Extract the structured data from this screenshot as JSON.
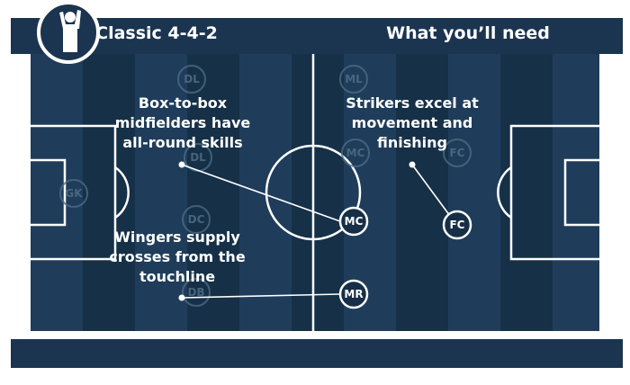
{
  "header": {
    "left_title": "Classic 4-4-2",
    "right_title": "What you’ll need"
  },
  "logo": {
    "icon": "footballer-silhouette-icon"
  },
  "faint_positions": [
    "DL",
    "DL",
    "DC",
    "DB",
    "GK",
    "ML",
    "MC",
    "FC"
  ],
  "players": {
    "mc": "MC",
    "fc": "FC",
    "mr": "MR"
  },
  "annotations": {
    "box_to_box": [
      "Box-to-box",
      "midfielders have",
      "all-round skills"
    ],
    "strikers": [
      "Strikers excel at",
      "movement and",
      "finishing"
    ],
    "wingers": [
      "Wingers supply",
      "crosses from the",
      "touchline"
    ]
  },
  "colors": {
    "navy": "#1b3550",
    "stripe_dark": "#163048",
    "stripe_light": "#1f3d5b",
    "line": "#ffffff"
  }
}
